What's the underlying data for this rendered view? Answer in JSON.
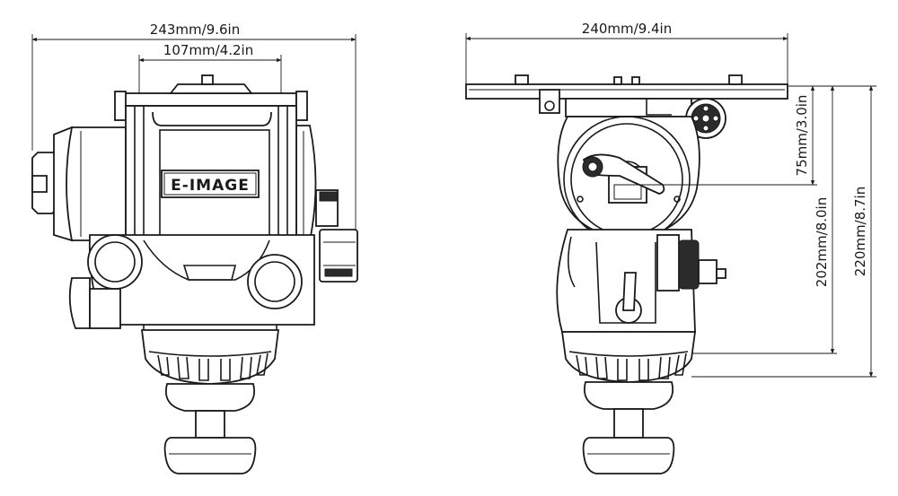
{
  "brand": {
    "logo_text": "E-IMAGE"
  },
  "front_view": {
    "width_overall": "243mm/9.6in",
    "width_plate": "107mm/4.2in"
  },
  "side_view": {
    "plate_length": "240mm/9.4in",
    "height_75": "75mm/3.0in",
    "height_202": "202mm/8.0in",
    "height_220": "220mm/8.7in"
  },
  "colors": {
    "line": "#1a1a1a",
    "background": "#ffffff"
  }
}
